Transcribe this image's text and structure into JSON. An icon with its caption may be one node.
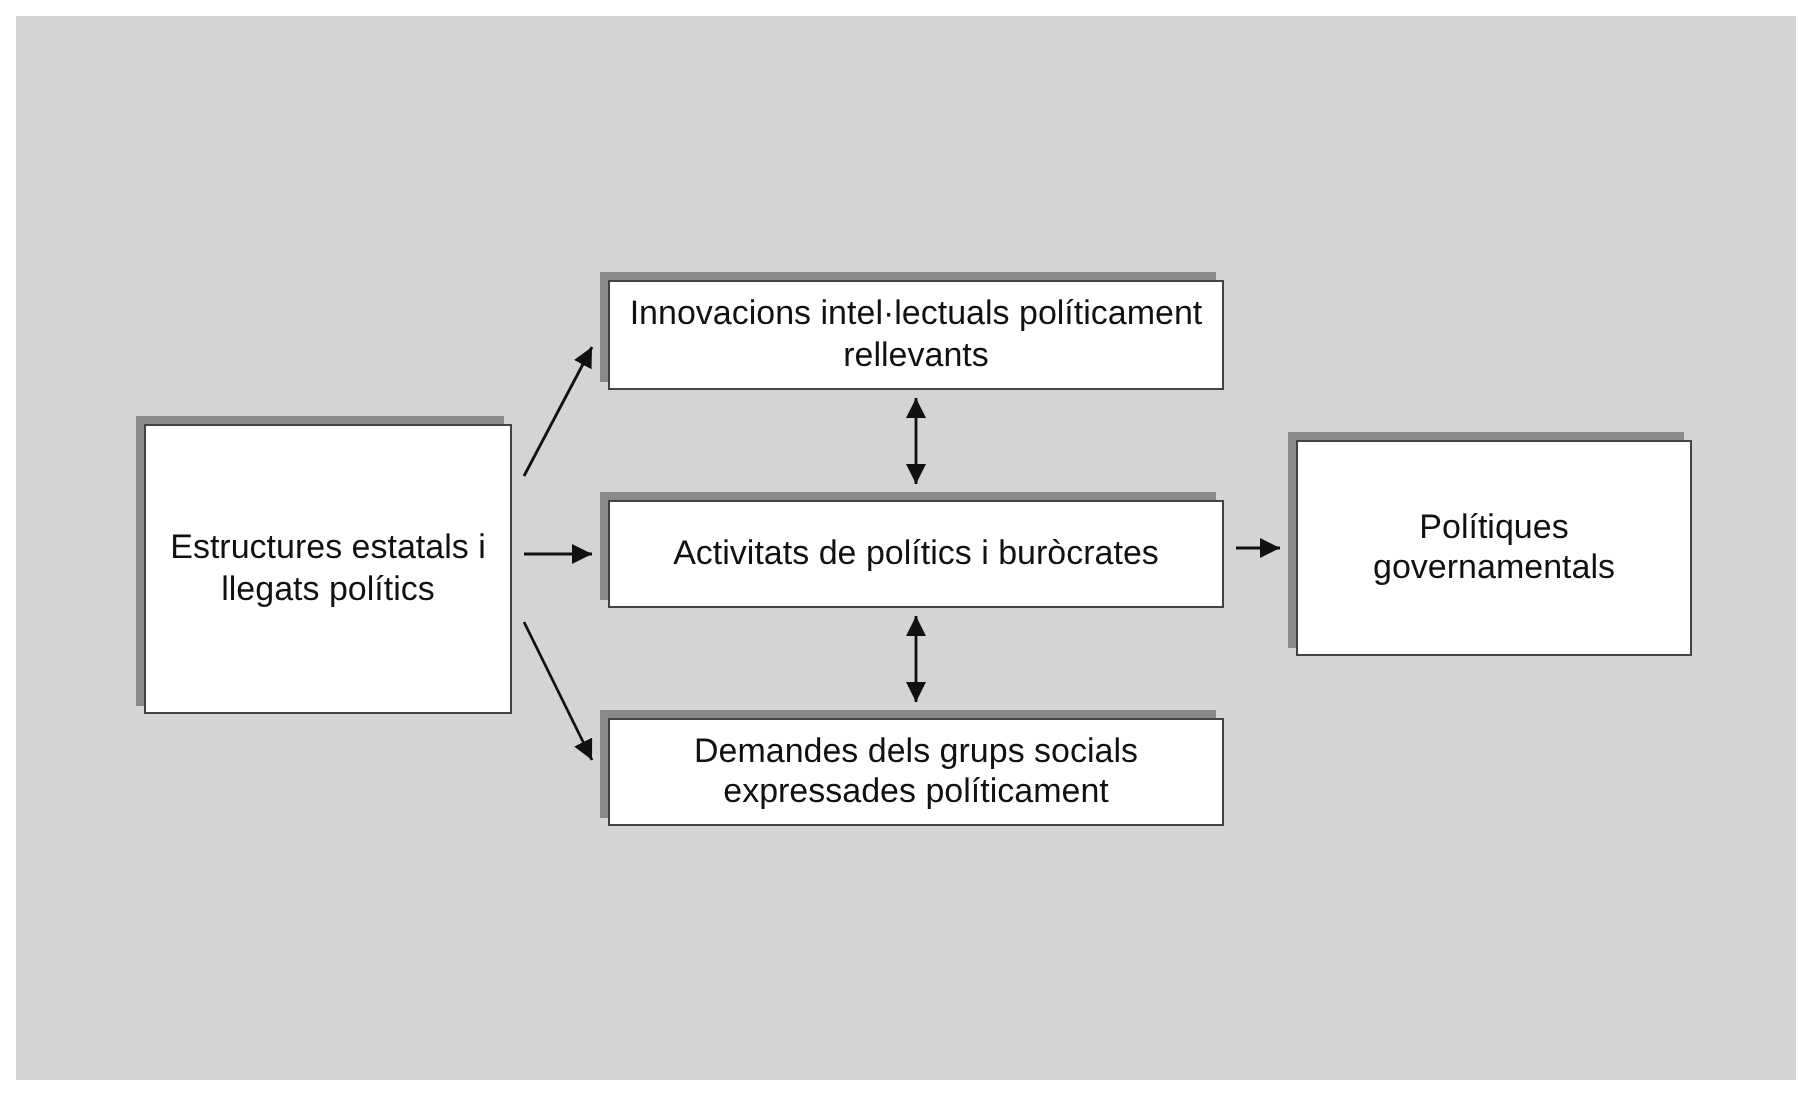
{
  "diagram": {
    "nodes": [
      {
        "text": [
          "Estructures estatals i llegats polítics"
        ]
      },
      {
        "text": [
          "Innovacions intel·lectuals políticament rellevants"
        ]
      },
      {
        "text": [
          "Activitats de polítics i buròcrates"
        ]
      },
      {
        "text": [
          "Demandes dels grups socials expressades políticament"
        ]
      },
      {
        "text": [
          "Polítiques governamentals"
        ]
      }
    ],
    "edges": [
      {
        "from": 0,
        "to": 1,
        "arrow": "to"
      },
      {
        "from": 0,
        "to": 2,
        "arrow": "to"
      },
      {
        "from": 0,
        "to": 3,
        "arrow": "to"
      },
      {
        "from": 1,
        "to": 2,
        "arrow": "both"
      },
      {
        "from": 2,
        "to": 3,
        "arrow": "both"
      },
      {
        "from": 2,
        "to": 4,
        "arrow": "to"
      }
    ]
  }
}
